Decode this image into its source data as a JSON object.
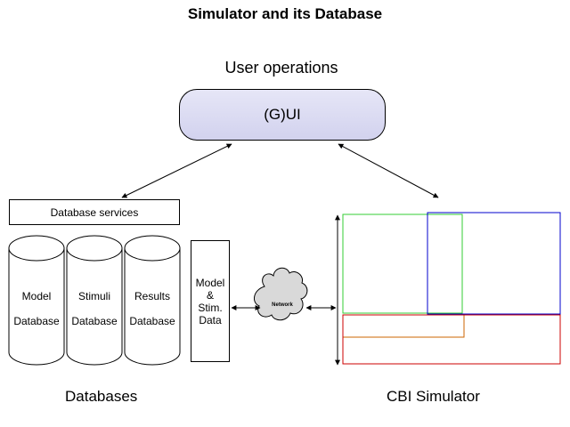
{
  "title": "Simulator and its Database",
  "user_operations": "User operations",
  "gui_label": "(G)UI",
  "db_services": "Database services",
  "databases": [
    {
      "name": "Model",
      "sub": "Database"
    },
    {
      "name": "Stimuli",
      "sub": "Database"
    },
    {
      "name": "Results",
      "sub": "Database"
    }
  ],
  "model_stim": {
    "line1": "Model",
    "line2": "&",
    "line3": "Stim.",
    "line4": "Data"
  },
  "network_label": "Network",
  "captions": {
    "databases": "Databases",
    "simulator": "CBI Simulator"
  },
  "colors": {
    "gui_fill": "#dcdcf2",
    "cloud_fill": "#d9d9d9",
    "green": "#33cc33",
    "blue": "#0000cc",
    "orange": "#cc6600",
    "red": "#cc0000"
  }
}
